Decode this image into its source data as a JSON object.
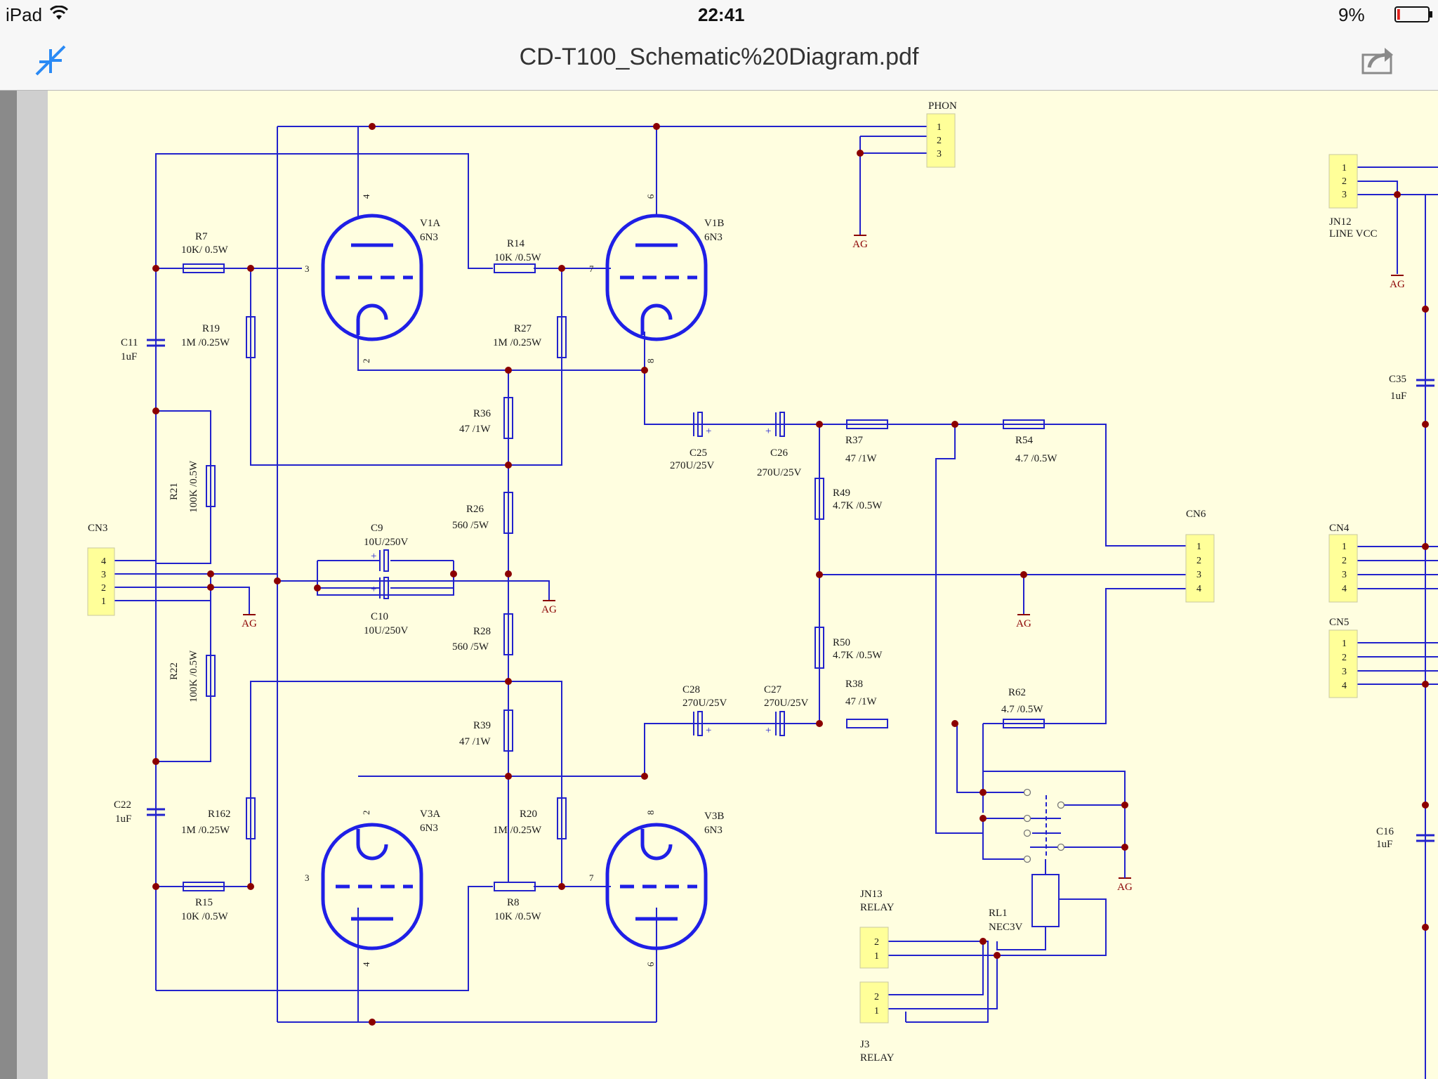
{
  "status_bar": {
    "device": "iPad",
    "time": "22:41",
    "battery": "9%",
    "battery_level": 0.09,
    "wifi_icon": "wifi-icon",
    "battery_icon": "battery-icon"
  },
  "toolbar": {
    "title": "CD-T100_Schematic%20Diagram.pdf",
    "collapse_icon": "collapse-arrows-icon",
    "share_icon": "share-icon"
  },
  "colors": {
    "wire": "#2222cc",
    "junction": "#8b0000",
    "ground": "#8b0000",
    "connector_fill": "#ffff99",
    "page": "#fffee0",
    "accent": "#2a8af5"
  },
  "schematic": {
    "tubes": {
      "v1a": {
        "name": "V1A",
        "type": "6N3",
        "pin_top": "4",
        "pin_grid": "3",
        "pin_bottom": "2"
      },
      "v1b": {
        "name": "V1B",
        "type": "6N3",
        "pin_top": "6",
        "pin_grid": "7",
        "pin_bottom": "8"
      },
      "v3a": {
        "name": "V3A",
        "type": "6N3",
        "pin_top": "2",
        "pin_grid": "3",
        "pin_bottom": "4"
      },
      "v3b": {
        "name": "V3B",
        "type": "6N3",
        "pin_top": "8",
        "pin_grid": "7",
        "pin_bottom": "6"
      }
    },
    "components": {
      "r7": {
        "ref": "R7",
        "value": "10K/   0.5W"
      },
      "r14": {
        "ref": "R14",
        "value": "10K    /0.5W"
      },
      "r19": {
        "ref": "R19",
        "value": "1M    /0.25W"
      },
      "r27": {
        "ref": "R27",
        "value": "1M    /0.25W"
      },
      "c11": {
        "ref": "C11",
        "value": "1uF"
      },
      "r36": {
        "ref": "R36",
        "value": "47    /1W"
      },
      "r21": {
        "ref": "R21",
        "value": "100K   /0.5W"
      },
      "r26": {
        "ref": "R26",
        "value": "560   /5W"
      },
      "c9": {
        "ref": "C9",
        "value": "10U/250V"
      },
      "c10": {
        "ref": "C10",
        "value": "10U/250V"
      },
      "r28": {
        "ref": "R28",
        "value": "560   /5W"
      },
      "r22": {
        "ref": "R22",
        "value": "100K   /0.5W"
      },
      "r39": {
        "ref": "R39",
        "value": "47    /1W"
      },
      "c22": {
        "ref": "C22",
        "value": "1uF"
      },
      "r162": {
        "ref": "R162",
        "value": "1M    /0.25W"
      },
      "r20": {
        "ref": "R20",
        "value": "1M    /0.25W"
      },
      "r15": {
        "ref": "R15",
        "value": "10K    /0.5W"
      },
      "r8": {
        "ref": "R8",
        "value": "10K    /0.5W"
      },
      "c25": {
        "ref": "C25",
        "value": "270U/25V"
      },
      "c26": {
        "ref": "C26",
        "value": "270U/25V"
      },
      "r37": {
        "ref": "R37",
        "value": "47    /1W"
      },
      "r54": {
        "ref": "R54",
        "value": "4.7    /0.5W"
      },
      "r49": {
        "ref": "R49",
        "value": "4.7K   /0.5W"
      },
      "r50": {
        "ref": "R50",
        "value": "4.7K   /0.5W"
      },
      "c28": {
        "ref": "C28",
        "value": "270U/25V"
      },
      "c27": {
        "ref": "C27",
        "value": "270U/25V"
      },
      "r38": {
        "ref": "R38",
        "value": "47    /1W"
      },
      "r62": {
        "ref": "R62",
        "value": "4.7    /0.5W"
      },
      "rl1": {
        "ref": "RL1",
        "value": "NEC3V"
      },
      "c35": {
        "ref": "C35",
        "value": "1uF"
      },
      "c16": {
        "ref": "C16",
        "value": "1uF"
      }
    },
    "connectors": {
      "phon": {
        "name": "PHON",
        "pins": [
          "1",
          "2",
          "3"
        ]
      },
      "cn3": {
        "name": "CN3",
        "pins": [
          "4",
          "3",
          "2",
          "1"
        ]
      },
      "cn6": {
        "name": "CN6",
        "pins": [
          "1",
          "2",
          "3",
          "4"
        ]
      },
      "jn12": {
        "name": "JN12",
        "sub": "LINE VCC",
        "pins": [
          "1",
          "2",
          "3"
        ]
      },
      "cn4": {
        "name": "CN4",
        "pins": [
          "1",
          "2",
          "3",
          "4"
        ]
      },
      "cn5": {
        "name": "CN5",
        "pins": [
          "1",
          "2",
          "3",
          "4"
        ]
      },
      "jn13": {
        "name": "JN13",
        "sub": "RELAY",
        "pins": [
          "2",
          "1"
        ]
      },
      "j3": {
        "name": "J3",
        "sub": "RELAY",
        "pins": [
          "2",
          "1"
        ]
      }
    },
    "ground_label": "AG",
    "polarity_mark": "+"
  }
}
